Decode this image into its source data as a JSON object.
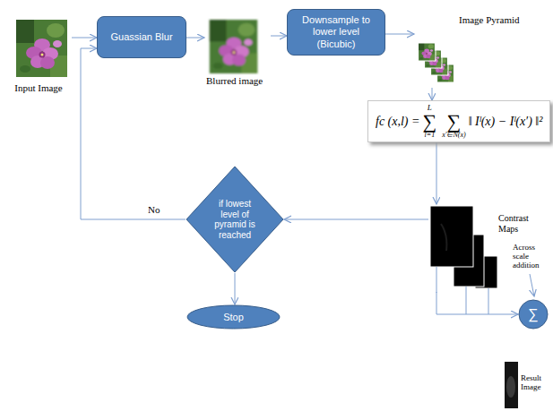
{
  "diagram": {
    "nodes": [
      {
        "text": [
          "Input Image"
        ]
      },
      {
        "text": [
          "Guassian Blur"
        ]
      },
      {
        "text": [
          "Blurred image"
        ]
      },
      {
        "text": [
          "Downsample to lower level (Bicubic)"
        ]
      },
      {
        "text": [
          "Image Pyramid"
        ]
      },
      {
        "text": [
          "fc (x,l) =",
          "L",
          "∑",
          "l=1",
          "∑",
          "x′∈N(x)",
          "‖ Iˡ(x) − Iˡ(x′) ‖²"
        ]
      },
      {
        "text": [
          "Contrast Maps"
        ]
      },
      {
        "text": [
          "∑"
        ]
      },
      {
        "text": [
          "Result Image"
        ]
      },
      {
        "text": [
          "if lowest level of pyramid is reached"
        ]
      },
      {
        "text": [
          "Stop"
        ]
      }
    ],
    "edges": [
      {
        "from": 0,
        "to": 1,
        "arrow": "to"
      },
      {
        "from": 1,
        "to": 2,
        "arrow": "to"
      },
      {
        "from": 2,
        "to": 3,
        "arrow": "to"
      },
      {
        "from": 3,
        "to": 4,
        "arrow": "to"
      },
      {
        "from": 4,
        "to": 5,
        "arrow": "to"
      },
      {
        "from": 5,
        "to": 6,
        "arrow": "to"
      },
      {
        "from": 6,
        "to": 9,
        "arrow": "to"
      },
      {
        "from": 9,
        "to": 10,
        "arrow": "to"
      },
      {
        "from": 9,
        "to": 1,
        "label": "No",
        "arrow": "to"
      },
      {
        "from": 6,
        "to": 7,
        "arrow": "to"
      }
    ],
    "labels": [
      "Across scale addition"
    ]
  }
}
